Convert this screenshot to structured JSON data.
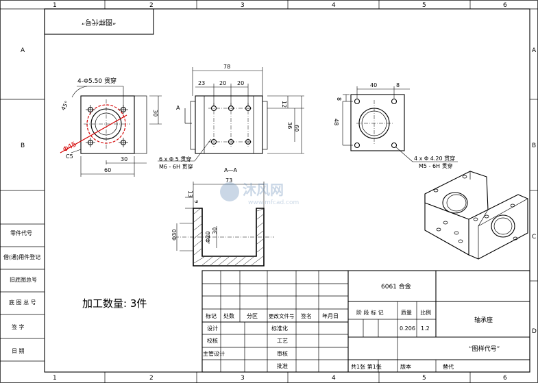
{
  "border_zones": {
    "top": [
      "1",
      "2",
      "3",
      "4",
      "5",
      "6"
    ],
    "left": [
      "A",
      "B"
    ],
    "right": [
      "A",
      "B",
      "C",
      "D"
    ]
  },
  "drawing_code_box": "“图样代号”",
  "left_strip": [
    "零件代号",
    "借(通)用件登记",
    "旧底图总号",
    "底 图 总 号",
    "签 字",
    "日 期"
  ],
  "quantity_note": "加工数量: 3件",
  "views": {
    "front": {
      "label_4phi": "4-Φ5.50 贯穿",
      "angle": "45°",
      "phi45": "Φ45",
      "c5": "C5",
      "dim_30_right": "30",
      "dim_60": "60",
      "dim_30_bottom": "30"
    },
    "side": {
      "dim_78": "78",
      "dim_23": "23",
      "dim_20a": "20",
      "dim_20b": "20",
      "dim_12": "12",
      "dim_36": "36",
      "dim_60": "60",
      "arrow_a": "A",
      "note_line1": "6 x Φ 5 贯穿",
      "note_line2": "M6 - 6H 贯穿"
    },
    "right": {
      "dim_40": "40",
      "dim_8a": "8",
      "dim_8b": "8",
      "dim_48": "48",
      "note_line1": "4 x Φ 4.20 贯穿",
      "note_line2": "M5 - 6H 贯穿"
    },
    "section": {
      "title": "A—A",
      "dim_73": "73",
      "dim_13": "13",
      "dim_9": "9",
      "dim_phi30": "Φ30",
      "dim_30": "30",
      "dim_phi20": "Φ20"
    }
  },
  "watermark": {
    "brand": "沐风网",
    "url": "www.mfcad.com"
  },
  "title_block": {
    "material": "6061 合金",
    "rev_headers": [
      "标记",
      "处数",
      "分区",
      "更改文件号",
      "签名",
      "年月日"
    ],
    "role_labels": [
      "设计",
      "校核",
      "主管设计"
    ],
    "std_labels": [
      "标准化",
      "工艺",
      "审核",
      "批准"
    ],
    "stage_header": "阶 段 标 记",
    "mass_header": "质量",
    "scale_header": "比例",
    "mass_value": "0.206",
    "scale_value": "1.2",
    "part_name": "轴承座",
    "drawing_code": "“图样代号”",
    "sheets": "共1张  第1张",
    "version_label": "版本",
    "replace_label": "替代"
  }
}
